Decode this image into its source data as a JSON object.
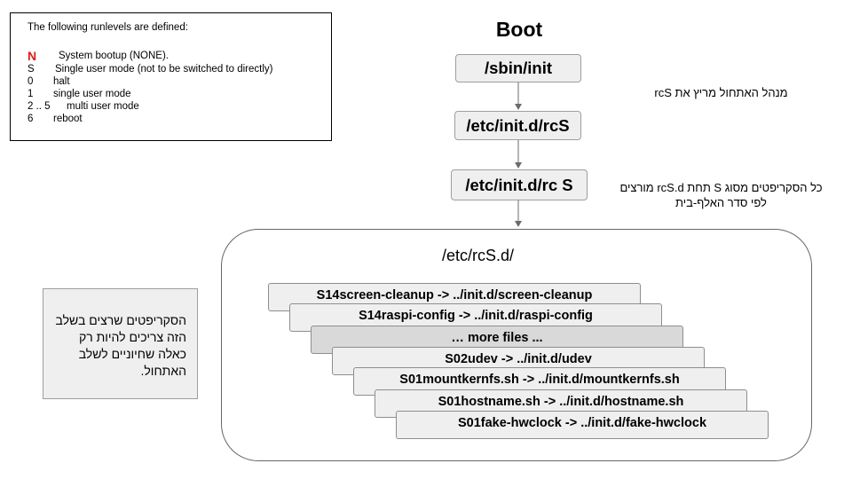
{
  "runlevels": {
    "title": "The following runlevels are defined:",
    "items": [
      {
        "key": "N",
        "desc": "System bootup (NONE)."
      },
      {
        "key": "S",
        "desc": "Single user mode (not to be switched to directly)"
      },
      {
        "key": "0",
        "desc": "halt"
      },
      {
        "key": "1",
        "desc": "single user mode"
      },
      {
        "key": "2 .. 5",
        "desc": "multi user mode"
      },
      {
        "key": "6",
        "desc": "reboot"
      }
    ]
  },
  "boot": {
    "title": "Boot",
    "steps": [
      "/sbin/init",
      "/etc/init.d/rcS",
      "/etc/init.d/rc S"
    ]
  },
  "notes": {
    "init_runs_rcs": "מנהל האתחול מריץ את rcS",
    "rcsd_sorted_line1": "כל הסקריפטים מסוג S תחת rcS.d מורצים",
    "rcsd_sorted_line2": "לפי סדר האלף-בית",
    "side": "הסקריפטים שרצים בשלב הזה צריכים להיות רק כאלה שחיוניים לשלב האתחול."
  },
  "rcsd": {
    "label": "/etc/rcS.d/",
    "scripts": [
      "S14screen-cleanup -> ../init.d/screen-cleanup",
      "S14raspi-config -> ../init.d/raspi-config",
      "… more files ...",
      "S02udev -> ../init.d/udev",
      "S01mountkernfs.sh -> ../init.d/mountkernfs.sh",
      "S01hostname.sh -> ../init.d/hostname.sh",
      "S01fake-hwclock -> ../init.d/fake-hwclock"
    ]
  }
}
